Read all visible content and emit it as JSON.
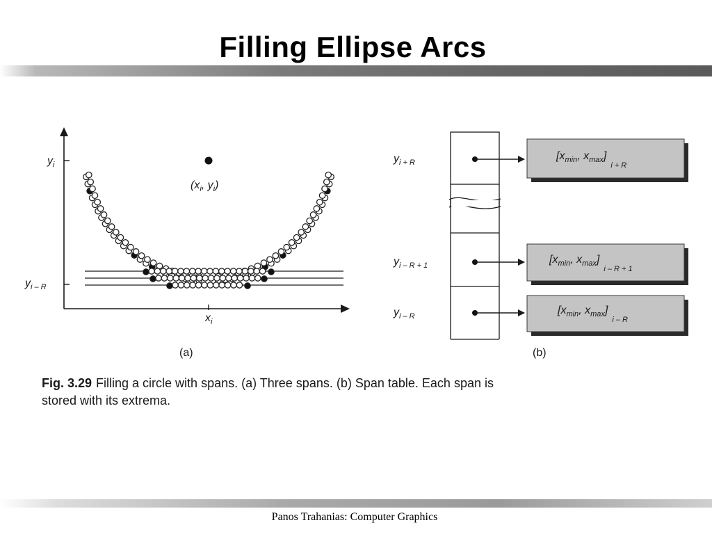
{
  "slide": {
    "title": "Filling Ellipse Arcs",
    "footer": "Panos Trahanias: Computer Graphics"
  },
  "figure_a": {
    "y_label_top": {
      "base": "y",
      "sub": "i"
    },
    "y_label_bottom": {
      "base": "y",
      "sub": "i – R"
    },
    "center_label": {
      "open": "(x",
      "sub1": "i",
      "sep": ", y",
      "sub2": "i",
      "close": ")"
    },
    "x_label": {
      "base": "x",
      "sub": "i"
    },
    "caption": "(a)"
  },
  "figure_b": {
    "rows": [
      {
        "label_base": "y",
        "label_sub": "i + R",
        "span_base": "[x",
        "span_min": "min",
        "span_mid": ", x",
        "span_max": "max",
        "span_close": "]",
        "span_sub": "i + R"
      },
      {
        "label_base": "y",
        "label_sub": "i – R + 1",
        "span_base": "[x",
        "span_min": "min",
        "span_mid": ", x",
        "span_max": "max",
        "span_close": "]",
        "span_sub": "i – R + 1"
      },
      {
        "label_base": "y",
        "label_sub": "i – R",
        "span_base": "[x",
        "span_min": "min",
        "span_mid": ", x",
        "span_max": "max",
        "span_close": "]",
        "span_sub": "i – R"
      }
    ],
    "caption": "(b)"
  },
  "fig_caption": {
    "label": "Fig. 3.29",
    "line1": "Filling a circle with spans.  (a) Three spans.  (b) Span table. Each span is",
    "line2": "stored with its extrema."
  },
  "colors": {
    "span_box": "#c4c4c4",
    "span_shadow": "#2a2a2a",
    "ink": "#1a1a1a"
  }
}
